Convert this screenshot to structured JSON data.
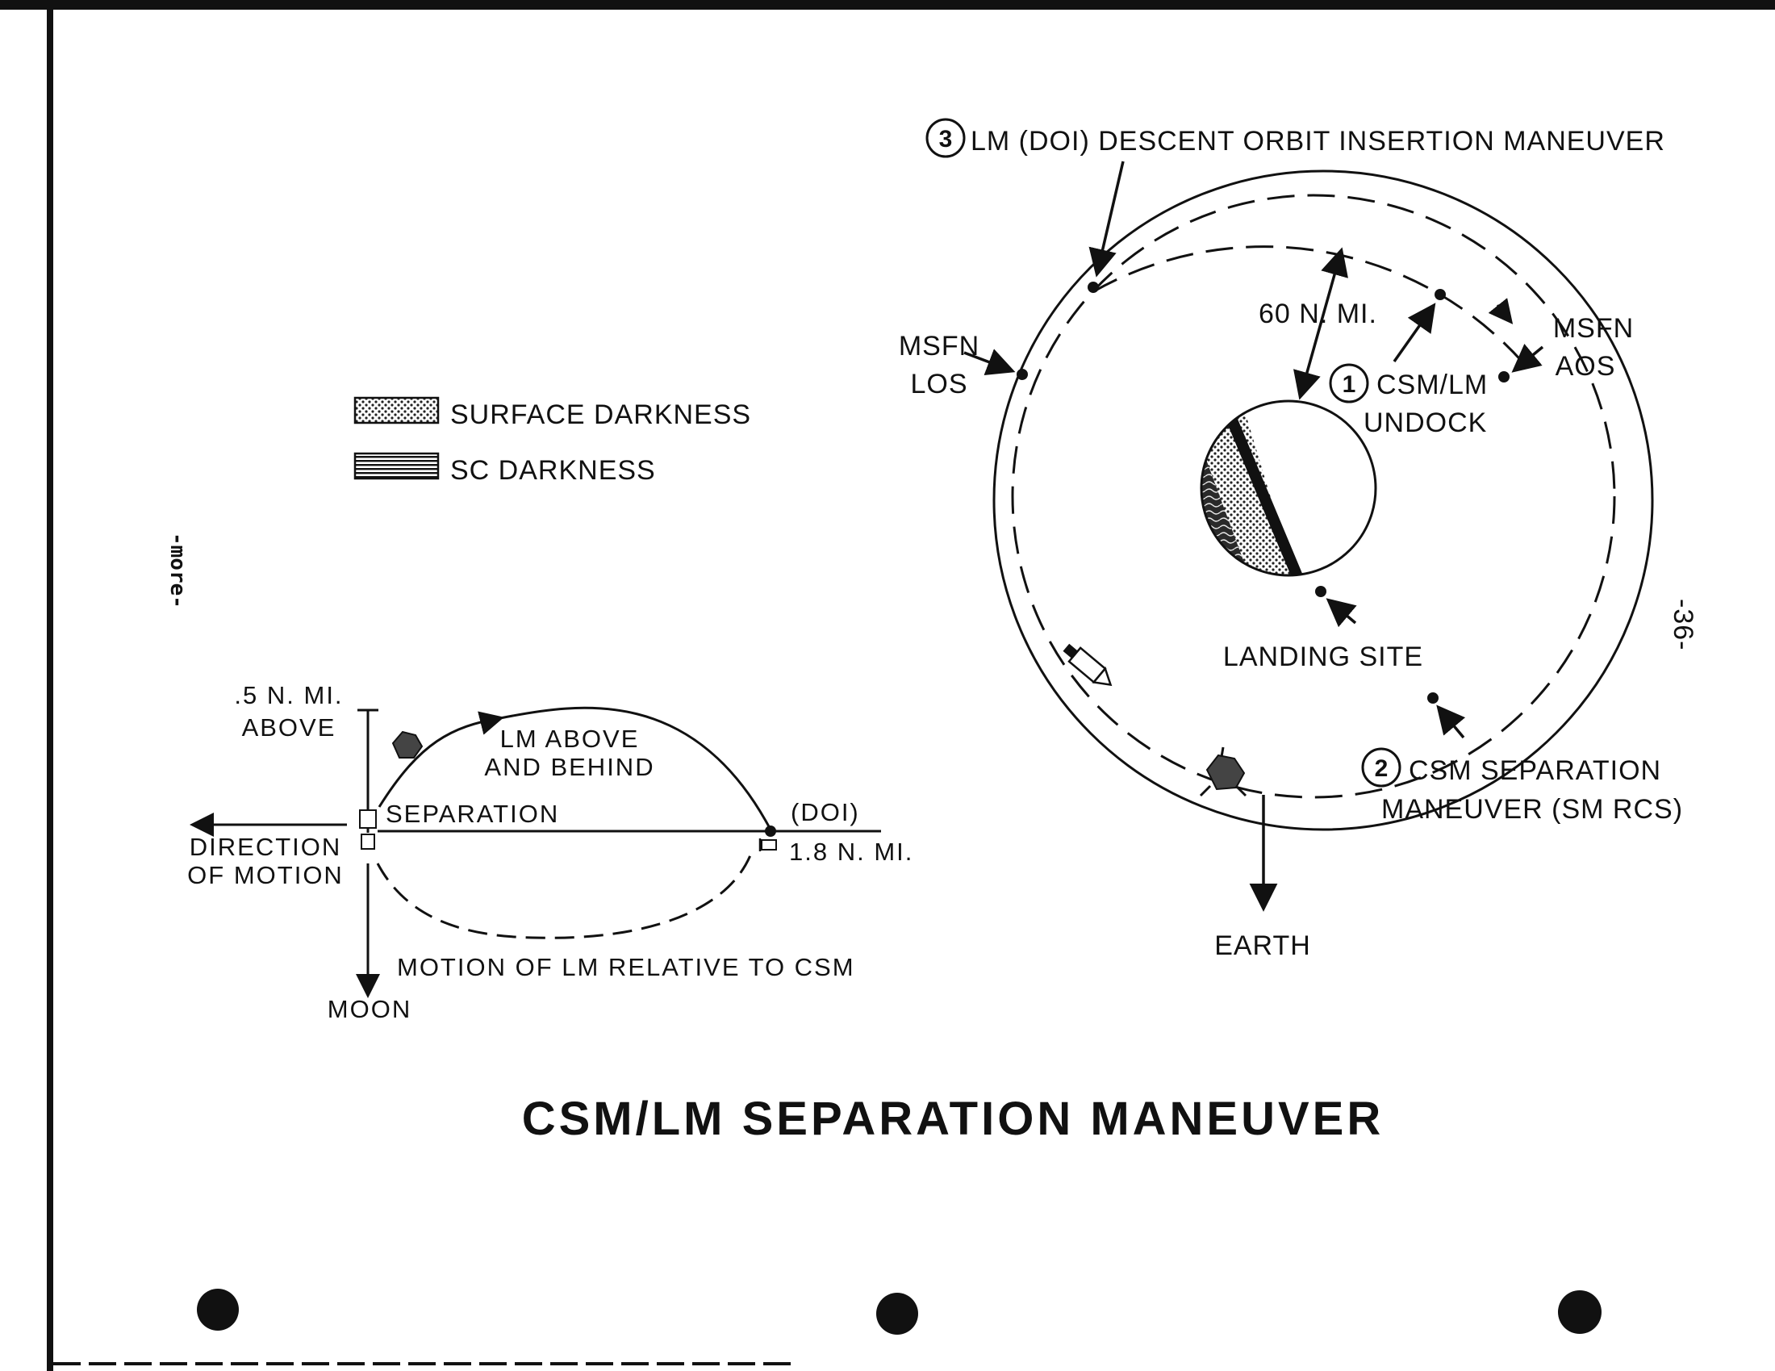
{
  "title": "CSM/LM SEPARATION MANEUVER",
  "side_note": "-more-",
  "page_number": "-36-",
  "legend": {
    "surface_darkness": "SURFACE DARKNESS",
    "sc_darkness": "SC DARKNESS"
  },
  "orbit_diagram": {
    "step1": {
      "number": "1",
      "line1": "CSM/LM",
      "line2": "UNDOCK"
    },
    "step2": {
      "number": "2",
      "line1": "CSM SEPARATION",
      "line2": "MANEUVER (SM RCS)"
    },
    "step3": {
      "number": "3",
      "line1": "LM (DOI) DESCENT ORBIT INSERTION MANEUVER"
    },
    "altitude": "60 N. MI.",
    "msfn_los": {
      "line1": "MSFN",
      "line2": "LOS"
    },
    "msfn_aos": {
      "line1": "MSFN",
      "line2": "AOS"
    },
    "landing_site": "LANDING SITE",
    "earth": "EARTH"
  },
  "relative_motion": {
    "above": {
      "line1": ".5 N. MI.",
      "line2": "ABOVE"
    },
    "lm_above": {
      "line1": "LM ABOVE",
      "line2": "AND BEHIND"
    },
    "separation": "SEPARATION",
    "doi": "(DOI)",
    "distance": "1.8 N. MI.",
    "direction": {
      "line1": "DIRECTION",
      "line2": "OF MOTION"
    },
    "relative_motion_label": "MOTION OF LM RELATIVE TO CSM",
    "moon": "MOON"
  }
}
